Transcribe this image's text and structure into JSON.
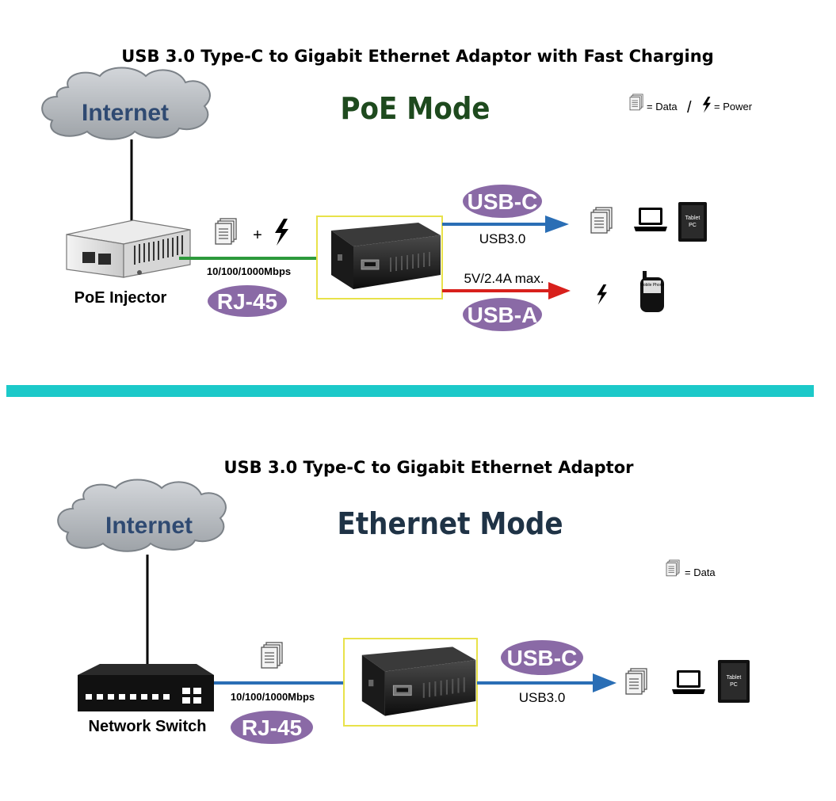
{
  "top": {
    "title": "USB 3.0 Type-C to Gigabit Ethernet Adaptor with Fast Charging",
    "mode": "PoE Mode",
    "mode_color": "#1e4a1e",
    "cloud_label": "Internet",
    "source_device": "PoE Injector",
    "speed": "10/100/1000Mbps",
    "rj45": "RJ-45",
    "plus": "+",
    "usbc": "USB-C",
    "usbc_sub": "USB3.0",
    "usba": "USB-A",
    "usba_sub": "5V/2.4A max.",
    "legend": {
      "data": "= Data",
      "sep": "/",
      "power": "= Power"
    },
    "tablet_label_1": "Tablet",
    "tablet_label_2": "PC",
    "phone_label": "Mobile Phone"
  },
  "bottom": {
    "title": "USB 3.0 Type-C to Gigabit Ethernet Adaptor",
    "mode": "Ethernet Mode",
    "mode_color": "#1f3346",
    "cloud_label": "Internet",
    "source_device": "Network Switch",
    "speed": "10/100/1000Mbps",
    "rj45": "RJ-45",
    "usbc": "USB-C",
    "usbc_sub": "USB3.0",
    "legend": {
      "data": "= Data"
    },
    "tablet_label_1": "Tablet",
    "tablet_label_2": "PC"
  },
  "colors": {
    "pill": "#8a6aa6",
    "divider": "#1cc9c9",
    "ethernet_green": "#2d9a3c",
    "usb_blue": "#2a6eb5",
    "power_red": "#d8201c",
    "adaptor_frame": "#e8e24a"
  }
}
